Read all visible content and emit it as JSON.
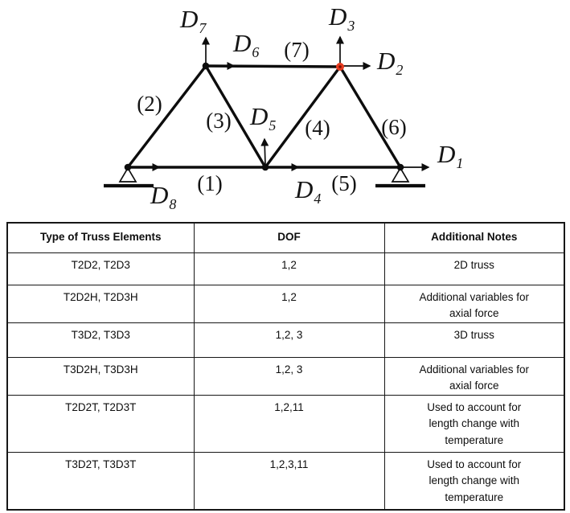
{
  "diagram": {
    "dof": {
      "d1": {
        "main": "D",
        "sub": "1"
      },
      "d2": {
        "main": "D",
        "sub": "2"
      },
      "d3": {
        "main": "D",
        "sub": "3"
      },
      "d4": {
        "main": "D",
        "sub": "4"
      },
      "d5": {
        "main": "D",
        "sub": "5"
      },
      "d6": {
        "main": "D",
        "sub": "6"
      },
      "d7": {
        "main": "D",
        "sub": "7"
      },
      "d8": {
        "main": "D",
        "sub": "8"
      }
    },
    "elements": {
      "e1": "(1)",
      "e2": "(2)",
      "e3": "(3)",
      "e4": "(4)",
      "e5": "(5)",
      "e6": "(6)",
      "e7": "(7)"
    },
    "colors": {
      "member": "#0d0d0d",
      "highlight_node": "#e83c20",
      "highlight_node_core": "#7e1206",
      "gray_arrow": "#7d7d7d"
    }
  },
  "table": {
    "headers": [
      "Type of Truss Elements",
      "DOF",
      "Additional Notes"
    ],
    "rows": [
      {
        "type": "T2D2, T2D3",
        "dof": "1,2",
        "notes": "2D truss"
      },
      {
        "type": "T2D2H, T2D3H",
        "dof": "1,2",
        "notes": "Additional variables for\naxial force"
      },
      {
        "type": "T3D2, T3D3",
        "dof": "1,2, 3",
        "notes": "3D truss"
      },
      {
        "type": "T3D2H, T3D3H",
        "dof": "1,2, 3",
        "notes": "Additional variables for\naxial force"
      },
      {
        "type": "T2D2T, T2D3T",
        "dof": "1,2,11",
        "notes": "Used to account for\nlength change with\ntemperature"
      },
      {
        "type": "T3D2T, T3D3T",
        "dof": "1,2,3,11",
        "notes": "Used to account for\nlength change with\ntemperature"
      }
    ]
  }
}
